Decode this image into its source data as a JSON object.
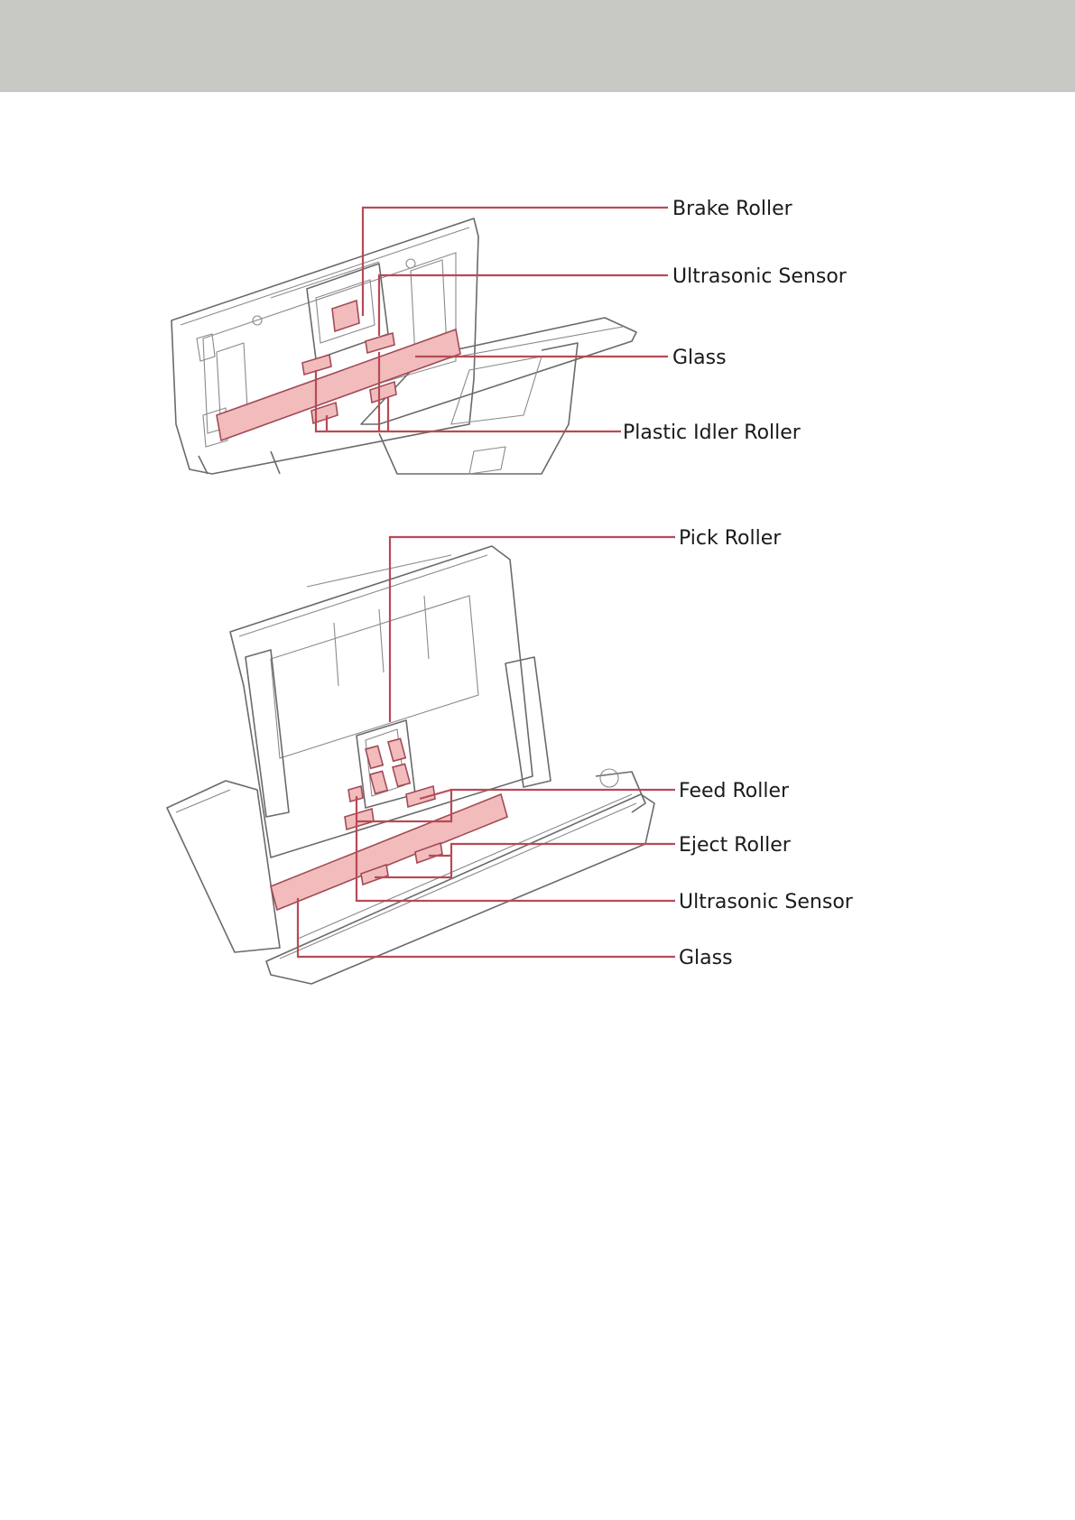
{
  "colors": {
    "header_band": "#c8c8c4",
    "highlight_fill": "#f2bcbc",
    "callout_line": "#b84a55",
    "outline": "#6a6a6a"
  },
  "figure_top": {
    "labels": {
      "brake_roller": "Brake Roller",
      "ultrasonic_sensor": "Ultrasonic Sensor",
      "glass": "Glass",
      "plastic_idler_roller": "Plastic Idler Roller"
    }
  },
  "figure_bottom": {
    "labels": {
      "pick_roller": "Pick Roller",
      "feed_roller": "Feed Roller",
      "eject_roller": "Eject Roller",
      "ultrasonic_sensor": "Ultrasonic Sensor",
      "glass": "Glass"
    }
  }
}
